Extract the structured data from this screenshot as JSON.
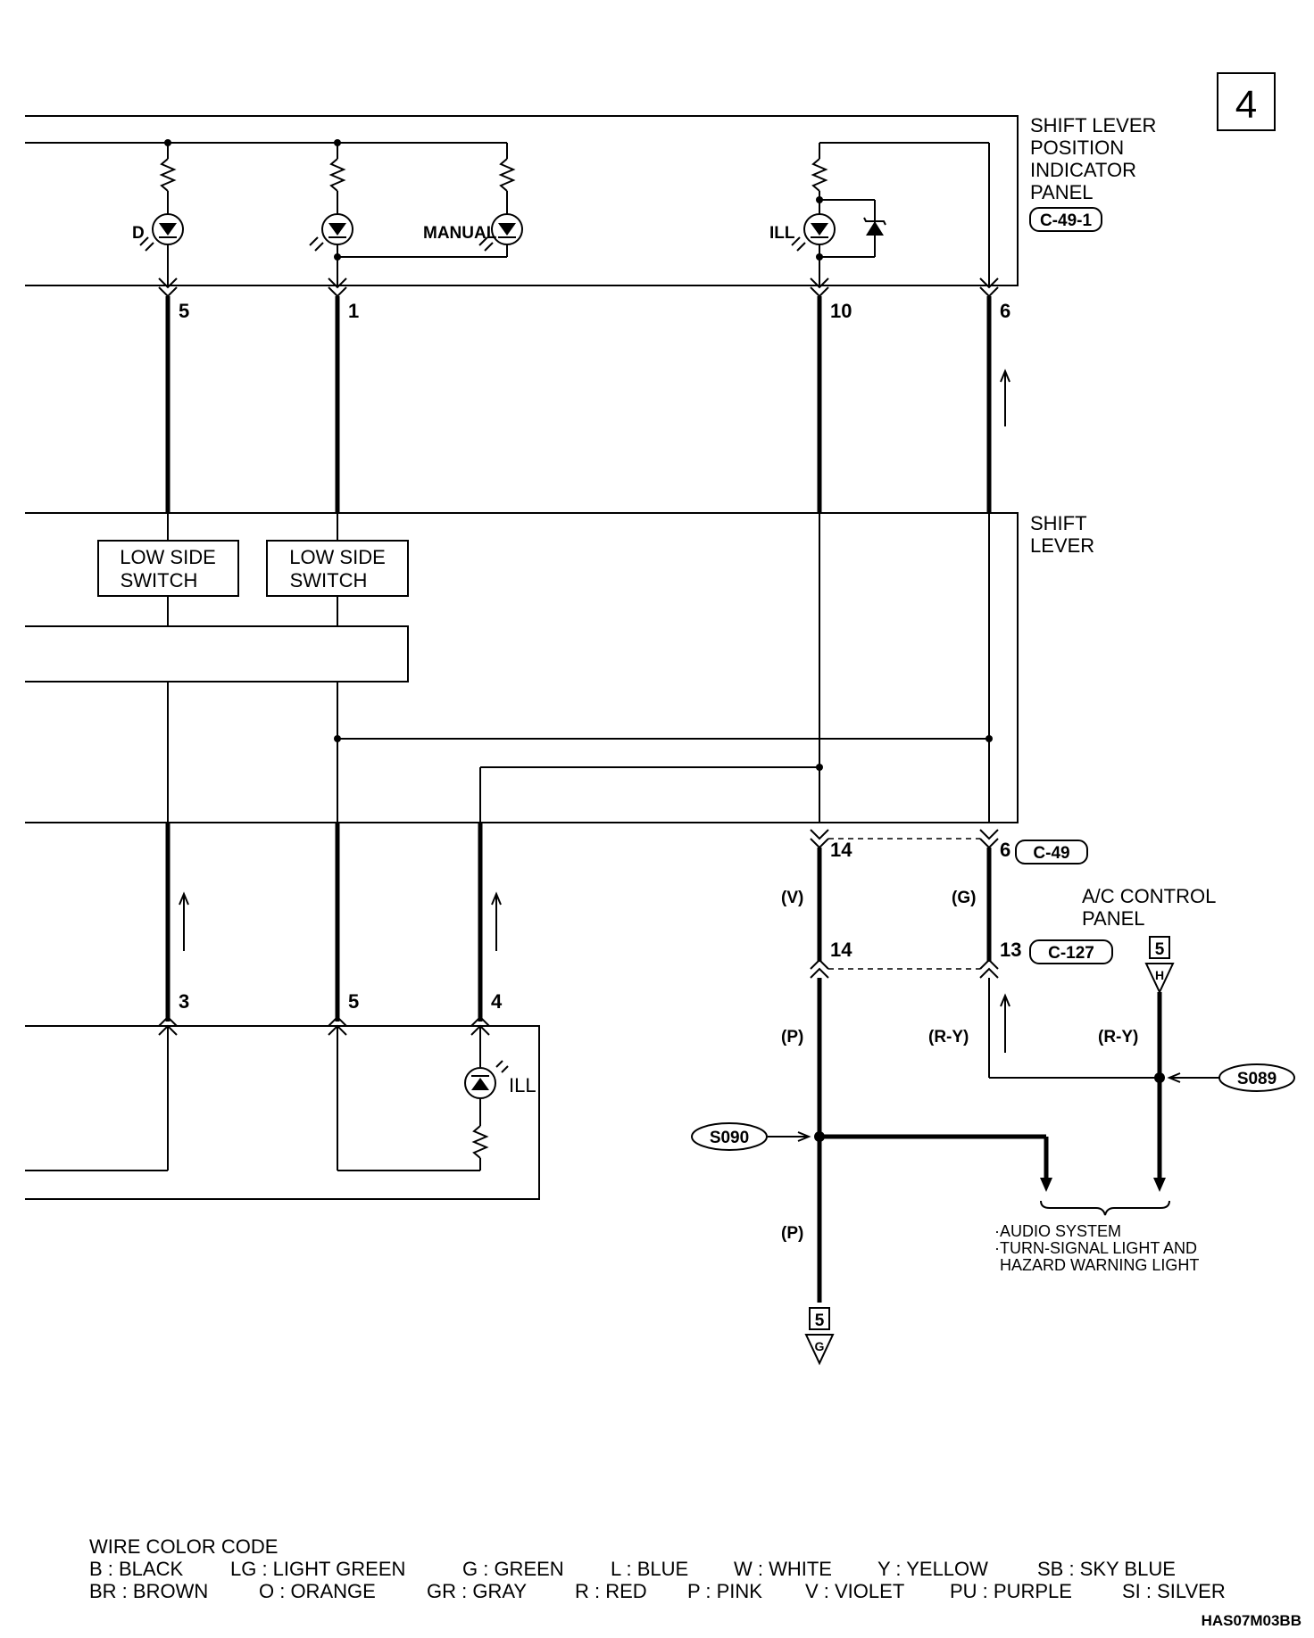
{
  "page_marker": "4",
  "components": {
    "indicator_panel": {
      "lines": [
        "SHIFT LEVER",
        "POSITION",
        "INDICATOR",
        "PANEL"
      ],
      "connector": "C-49-1"
    },
    "shift_lever": {
      "lines": [
        "SHIFT",
        "LEVER"
      ]
    },
    "low_side_switch_1": {
      "lines": [
        "LOW SIDE",
        "SWITCH"
      ]
    },
    "low_side_switch_2": {
      "lines": [
        "LOW SIDE",
        "SWITCH"
      ]
    },
    "ac_control_panel": {
      "lines": [
        "A/C CONTROL",
        "PANEL"
      ]
    }
  },
  "lamp_labels": {
    "d": "D",
    "manual": "MANUAL",
    "ill_top": "ILL",
    "ill_bottom": "ILL"
  },
  "pins": {
    "p5_top": "5",
    "p1_top": "1",
    "p10_top": "10",
    "p6_top": "6",
    "p14_a": "14",
    "p6_b": "6",
    "p14_b": "14",
    "p13": "13",
    "p3_bot": "3",
    "p5_bot": "5",
    "p4_bot": "4"
  },
  "connectors": {
    "c49": "C-49",
    "c127": "C-127"
  },
  "wire_colors": {
    "v": "(V)",
    "g": "(G)",
    "p_upper": "(P)",
    "ry_left": "(R-Y)",
    "ry_right": "(R-Y)",
    "p_lower": "(P)"
  },
  "splices": {
    "s089": "S089",
    "s090": "S090"
  },
  "refs": {
    "h_num": "5",
    "h_letter": "H",
    "g_num": "5",
    "g_letter": "G"
  },
  "destinations": [
    "·AUDIO SYSTEM",
    "·TURN-SIGNAL LIGHT AND",
    "HAZARD WARNING LIGHT"
  ],
  "legend": {
    "title": "WIRE COLOR CODE",
    "row1": [
      "B : BLACK",
      "LG : LIGHT GREEN",
      "G : GREEN",
      "L : BLUE",
      "W : WHITE",
      "Y : YELLOW",
      "SB : SKY BLUE"
    ],
    "row2": [
      "BR : BROWN",
      "O : ORANGE",
      "GR : GRAY",
      "R : RED",
      "P : PINK",
      "V : VIOLET",
      "PU : PURPLE",
      "SI : SILVER"
    ]
  },
  "figure_code": "HAS07M03BB"
}
